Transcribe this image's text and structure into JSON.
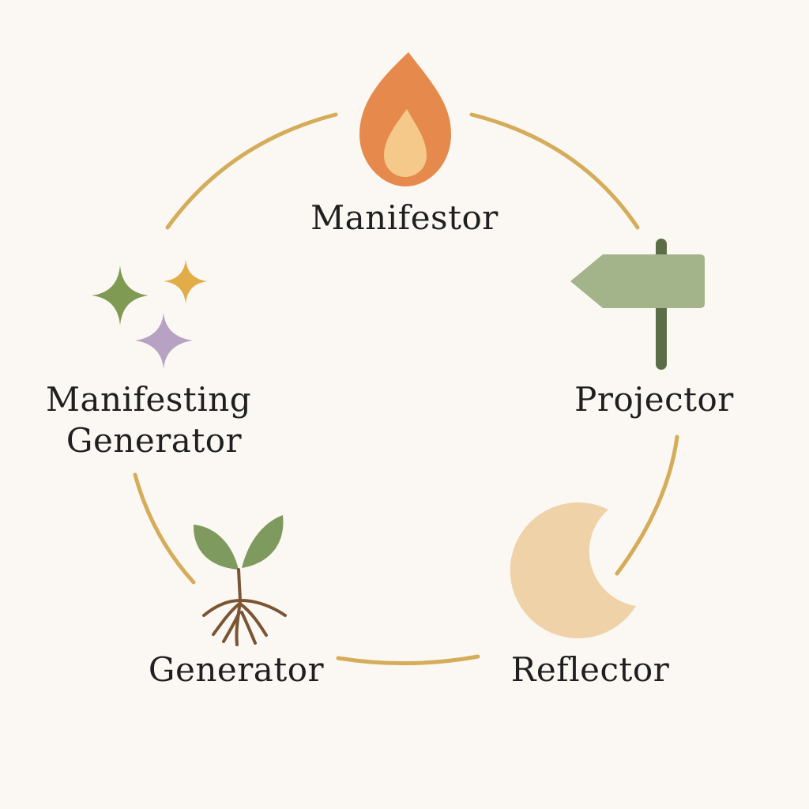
{
  "colors": {
    "background": "#fbf8f3",
    "connector": "#d4ac5a",
    "label_text": "#1f1f1f",
    "flame_outer": "#e58a4c",
    "flame_inner": "#f5c98a",
    "signpost_board": "#a3b48a",
    "signpost_pole": "#5b6e48",
    "moon": "#f0d2a8",
    "leaf": "#7e9a5e",
    "roots": "#7a5533",
    "star_green": "#7f9a52",
    "star_gold": "#e2ad48",
    "star_lilac": "#b7a2c4"
  },
  "nodes": [
    {
      "id": "manifestor",
      "label": "Manifestor",
      "icon": "flame-icon"
    },
    {
      "id": "projector",
      "label": "Projector",
      "icon": "signpost-icon"
    },
    {
      "id": "reflector",
      "label": "Reflector",
      "icon": "crescent-moon-icon"
    },
    {
      "id": "generator",
      "label": "Generator",
      "icon": "sprout-icon"
    },
    {
      "id": "manifesting-generator",
      "label_line1": "Manifesting",
      "label_line2": "Generator",
      "icon": "sparkles-icon"
    }
  ]
}
